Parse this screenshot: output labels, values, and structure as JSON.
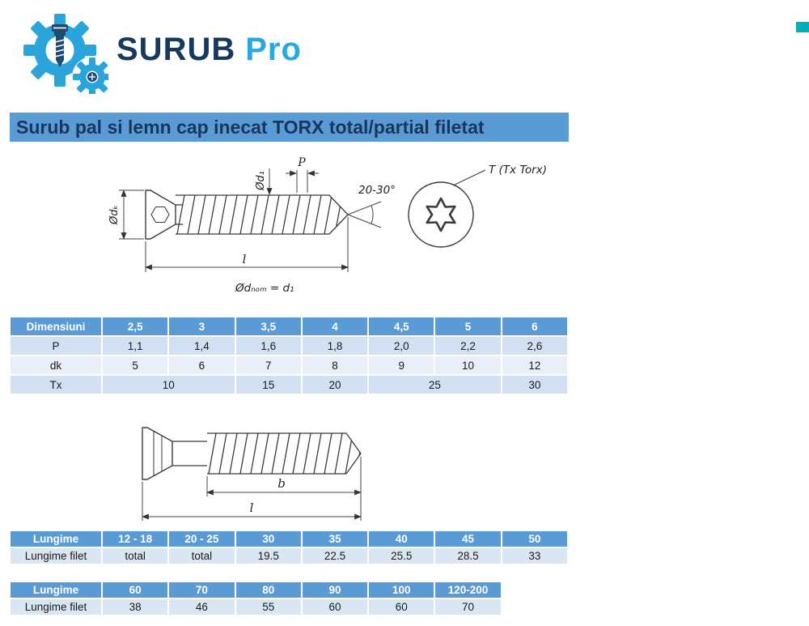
{
  "logo": {
    "brand_primary": "SURUB",
    "brand_secondary": "Pro",
    "icon": "gear-screw-logo"
  },
  "corner_marker_color": "#00b0b9",
  "title": "Surub pal si lemn cap inecat TORX total/partial filetat",
  "drawing1": {
    "labels": {
      "dk": "Ødₖ",
      "d1": "Ød₁",
      "p": "P",
      "angle": "20-30°",
      "length": "l",
      "dnom": "Ødₙₒₘ = d₁",
      "torx": "T (Tx Torx)"
    }
  },
  "drawing2": {
    "labels": {
      "b": "b",
      "l": "l"
    }
  },
  "table1": {
    "header": [
      "Dimensiuni",
      "2,5",
      "3",
      "3,5",
      "4",
      "4,5",
      "5",
      "6"
    ],
    "rows": [
      {
        "label": "P",
        "values": [
          "1,1",
          "1,4",
          "1,6",
          "1,8",
          "2,0",
          "2,2",
          "2,6"
        ]
      },
      {
        "label": "dk",
        "values": [
          "5",
          "6",
          "7",
          "8",
          "9",
          "10",
          "12"
        ]
      },
      {
        "label": "Tx",
        "values": [
          "10",
          "15",
          "20",
          "25",
          "30"
        ],
        "spans": [
          2,
          1,
          1,
          2,
          1
        ]
      }
    ]
  },
  "table2": {
    "header": [
      "Lungime",
      "12 - 18",
      "20 - 25",
      "30",
      "35",
      "40",
      "45",
      "50"
    ],
    "rows": [
      {
        "label": "Lungime filet",
        "values": [
          "total",
          "total",
          "19.5",
          "22.5",
          "25.5",
          "28.5",
          "33"
        ]
      }
    ]
  },
  "table3": {
    "header": [
      "Lungime",
      "60",
      "70",
      "80",
      "90",
      "100",
      "120-200",
      ""
    ],
    "rows": [
      {
        "label": "Lungime filet",
        "values": [
          "38",
          "46",
          "55",
          "60",
          "60",
          "70",
          ""
        ]
      }
    ]
  },
  "colors": {
    "table_header_bg": "#5b9bd5",
    "row_dark": "#d2e0f1",
    "row_light": "#e9eff8",
    "row_mid": "#dbe6f3",
    "title_bg": "#5b9bd5",
    "title_text": "#17365d",
    "brand_navy": "#16395e",
    "brand_cyan": "#29a8e0",
    "teal_marker": "#00b0b9"
  }
}
